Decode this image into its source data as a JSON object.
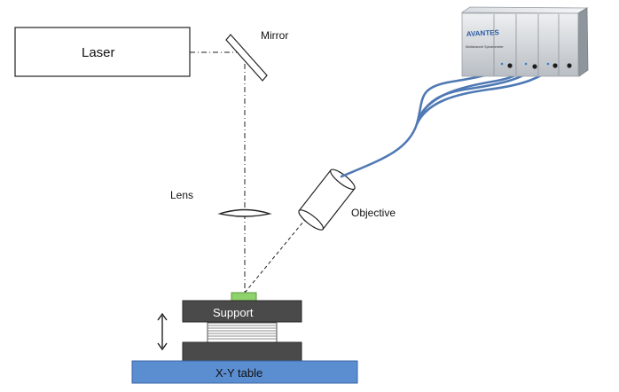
{
  "labels": {
    "laser": "Laser",
    "mirror": "Mirror",
    "lens": "Lens",
    "objective": "Objective",
    "support": "Support",
    "xy_table": "X-Y table"
  },
  "spectrometer": {
    "brand": "AVANTES",
    "model_text": "Multichannel Spectrometer"
  },
  "colors": {
    "sample": "#8fd16a",
    "table": "#5b8ed1",
    "support": "#4a4a4a",
    "fiber": "#4f79b4",
    "line": "#222222"
  }
}
